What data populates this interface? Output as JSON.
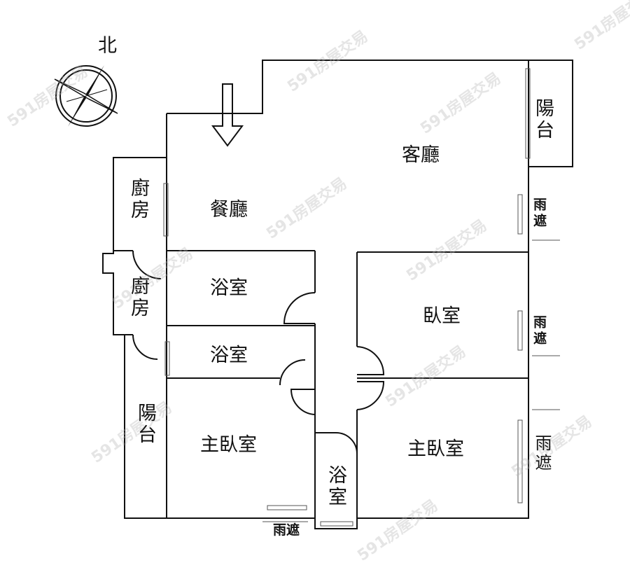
{
  "compass": {
    "north_label": "北"
  },
  "watermark": "591房屋交易",
  "rooms": {
    "living": "客廳",
    "dining": "餐廳",
    "kitchen_1": "廚房",
    "kitchen_2": "廚房",
    "bath_1": "浴室",
    "bath_2": "浴室",
    "bath_3": "浴室",
    "balcony_left": "陽台",
    "balcony_right": "陽台",
    "master_bed_left": "主臥室",
    "master_bed_right": "主臥室",
    "bedroom": "臥室",
    "awning_1": "雨遮",
    "awning_2": "雨遮",
    "awning_3": "雨遮",
    "awning_bottom": "雨遮"
  }
}
